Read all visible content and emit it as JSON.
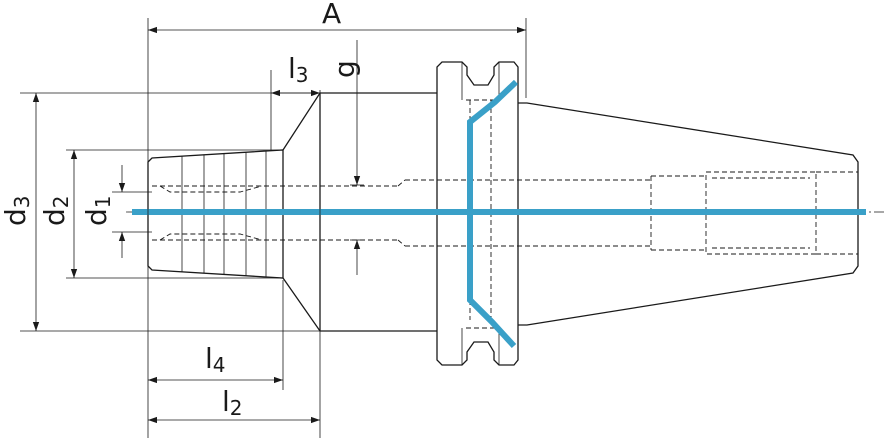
{
  "colors": {
    "accent": "#3aa0c8",
    "line": "#1a1a1a",
    "background": "#ffffff"
  },
  "dimensions": {
    "A": {
      "main": "A",
      "sub": ""
    },
    "l3": {
      "main": "l",
      "sub": "3"
    },
    "g": {
      "main": "g",
      "sub": ""
    },
    "d3": {
      "main": "d",
      "sub": "3"
    },
    "d2": {
      "main": "d",
      "sub": "2"
    },
    "d1": {
      "main": "d",
      "sub": "1"
    },
    "l4": {
      "main": "l",
      "sub": "4"
    },
    "l2": {
      "main": "l",
      "sub": "2"
    }
  }
}
